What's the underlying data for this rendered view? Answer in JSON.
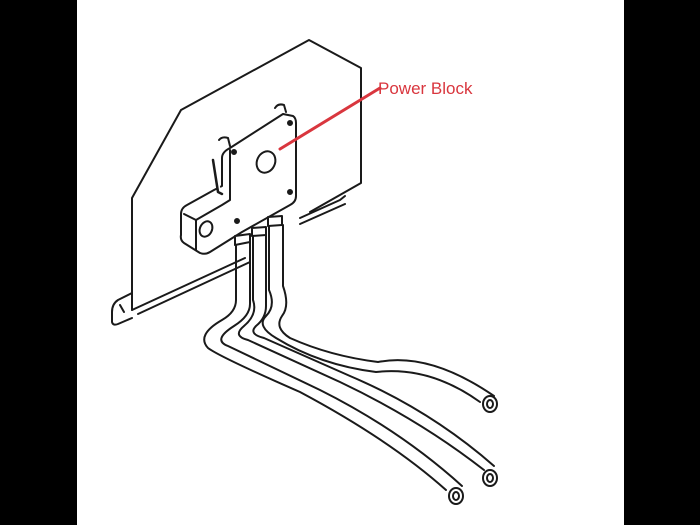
{
  "diagram": {
    "type": "technical line drawing",
    "subject": "power block assembly with tubing",
    "callouts": [
      {
        "label": "Power Block",
        "color": "#d9363e"
      }
    ],
    "colors": {
      "background": "#ffffff",
      "letterbox": "#000000",
      "lines": "#1a1a1a",
      "callout": "#d9363e"
    }
  }
}
